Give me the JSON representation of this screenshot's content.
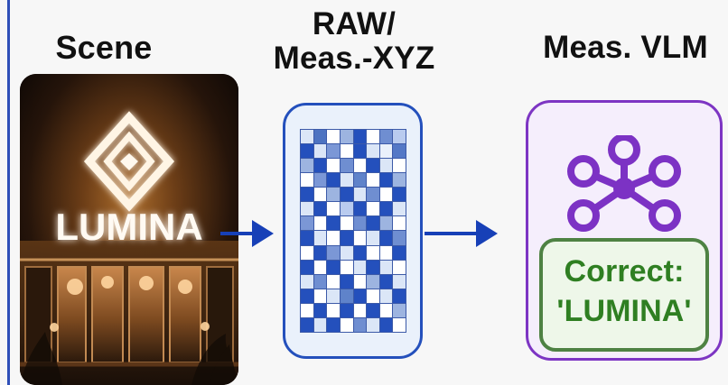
{
  "titles": {
    "scene": "Scene",
    "raw_line1": "RAW/",
    "raw_line2": "Meas.-XYZ",
    "vlm": "Meas. VLM"
  },
  "scene": {
    "sign_text": "LUMINA"
  },
  "result": {
    "line1": "Correct:",
    "line2": "'LUMINA'"
  },
  "raw_grid": {
    "cells": [
      "#dbe6f7",
      "#4d73c1",
      "#ffffff",
      "#9db4e0",
      "#2450bc",
      "#ffffff",
      "#6f8ed1",
      "#b9cbef",
      "#2450bc",
      "#dbe6f7",
      "#7b97d6",
      "#ffffff",
      "#2450bc",
      "#dbe6f7",
      "#eaf1fb",
      "#5478c6",
      "#9db4e0",
      "#2450bc",
      "#ffffff",
      "#6f8ed1",
      "#ffffff",
      "#2450bc",
      "#dbe6f7",
      "#ffffff",
      "#ffffff",
      "#7b97d6",
      "#2450bc",
      "#dbe6f7",
      "#5f83ca",
      "#ffffff",
      "#2450bc",
      "#9db4e0",
      "#2450bc",
      "#ffffff",
      "#9db4e0",
      "#2450bc",
      "#dbe6f7",
      "#6f8ed1",
      "#ffffff",
      "#2450bc",
      "#dbe6f7",
      "#2450bc",
      "#ffffff",
      "#b9cbef",
      "#2450bc",
      "#ffffff",
      "#2450bc",
      "#dbe6f7",
      "#7b97d6",
      "#ffffff",
      "#2450bc",
      "#ffffff",
      "#6f8ed1",
      "#2450bc",
      "#9db4e0",
      "#ffffff",
      "#2450bc",
      "#dbe6f7",
      "#ffffff",
      "#2450bc",
      "#ffffff",
      "#dbe6f7",
      "#2450bc",
      "#6f8ed1",
      "#ffffff",
      "#2450bc",
      "#7b97d6",
      "#dbe6f7",
      "#2450bc",
      "#ffffff",
      "#ffffff",
      "#2450bc",
      "#2450bc",
      "#ffffff",
      "#2450bc",
      "#ffffff",
      "#dbe6f7",
      "#2450bc",
      "#dbe6f7",
      "#ffffff",
      "#dbe6f7",
      "#6f8ed1",
      "#ffffff",
      "#2450bc",
      "#ffffff",
      "#9db4e0",
      "#2450bc",
      "#dbe6f7",
      "#2450bc",
      "#ffffff",
      "#dbe6f7",
      "#5f83ca",
      "#2450bc",
      "#ffffff",
      "#dbe6f7",
      "#2450bc",
      "#ffffff",
      "#2450bc",
      "#ffffff",
      "#2450bc",
      "#ffffff",
      "#2450bc",
      "#ffffff",
      "#9db4e0",
      "#2450bc",
      "#dbe6f7",
      "#2450bc",
      "#ffffff",
      "#6f8ed1",
      "#dbe6f7",
      "#2450bc",
      "#ffffff"
    ]
  },
  "colors": {
    "raw_border": "#2450bc",
    "vlm_border": "#7d35c3",
    "vlm_icon": "#7c32c4",
    "result_border": "#4e8243",
    "result_text": "#2f7f22",
    "arrow": "#1740b7"
  }
}
